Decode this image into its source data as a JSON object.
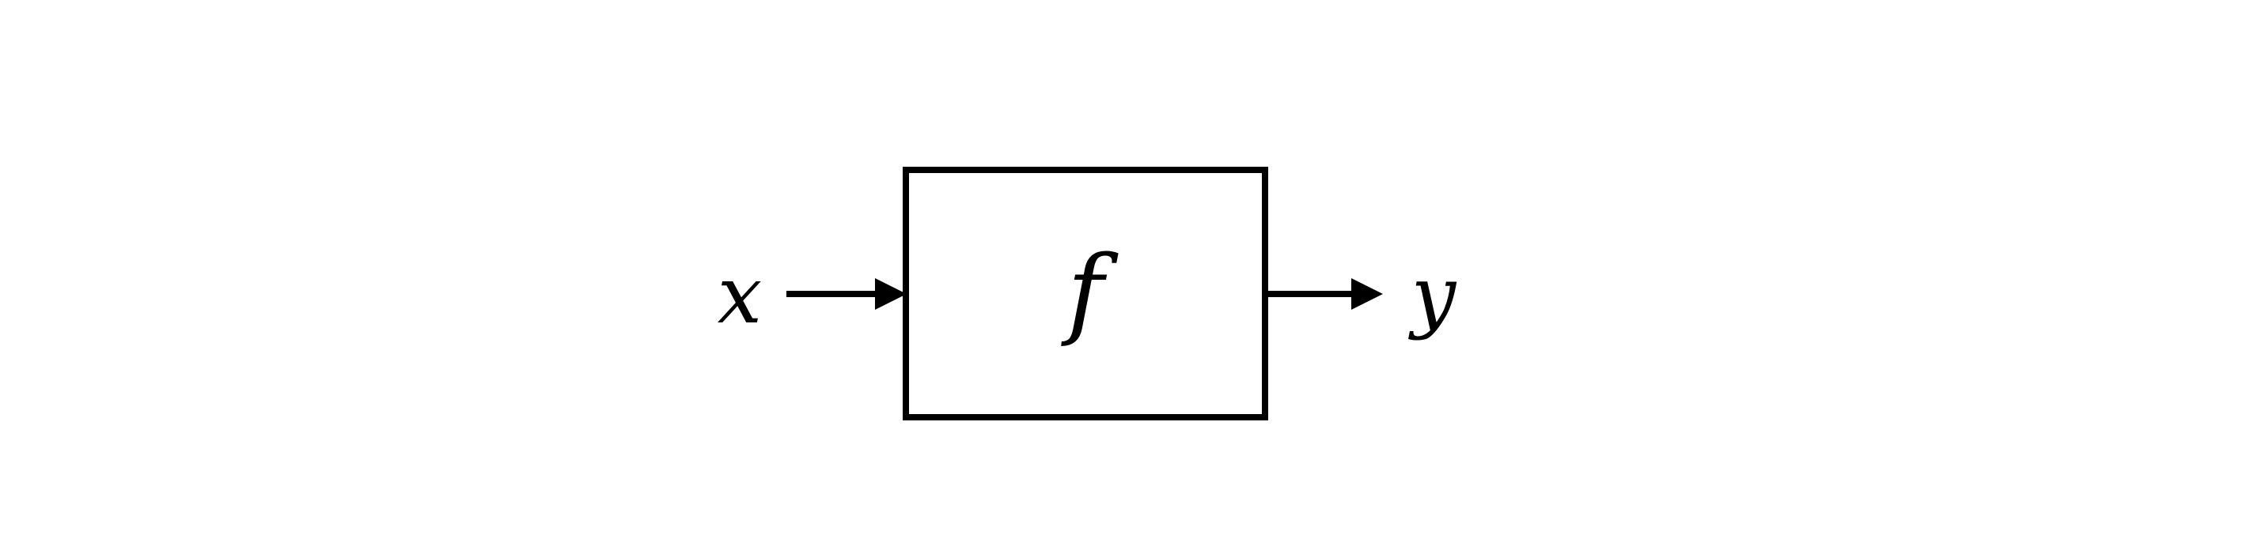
{
  "diagram": {
    "input_label": "x",
    "function_label": "f",
    "output_label": "y"
  },
  "colors": {
    "stroke": "#000000",
    "background": "#ffffff"
  }
}
